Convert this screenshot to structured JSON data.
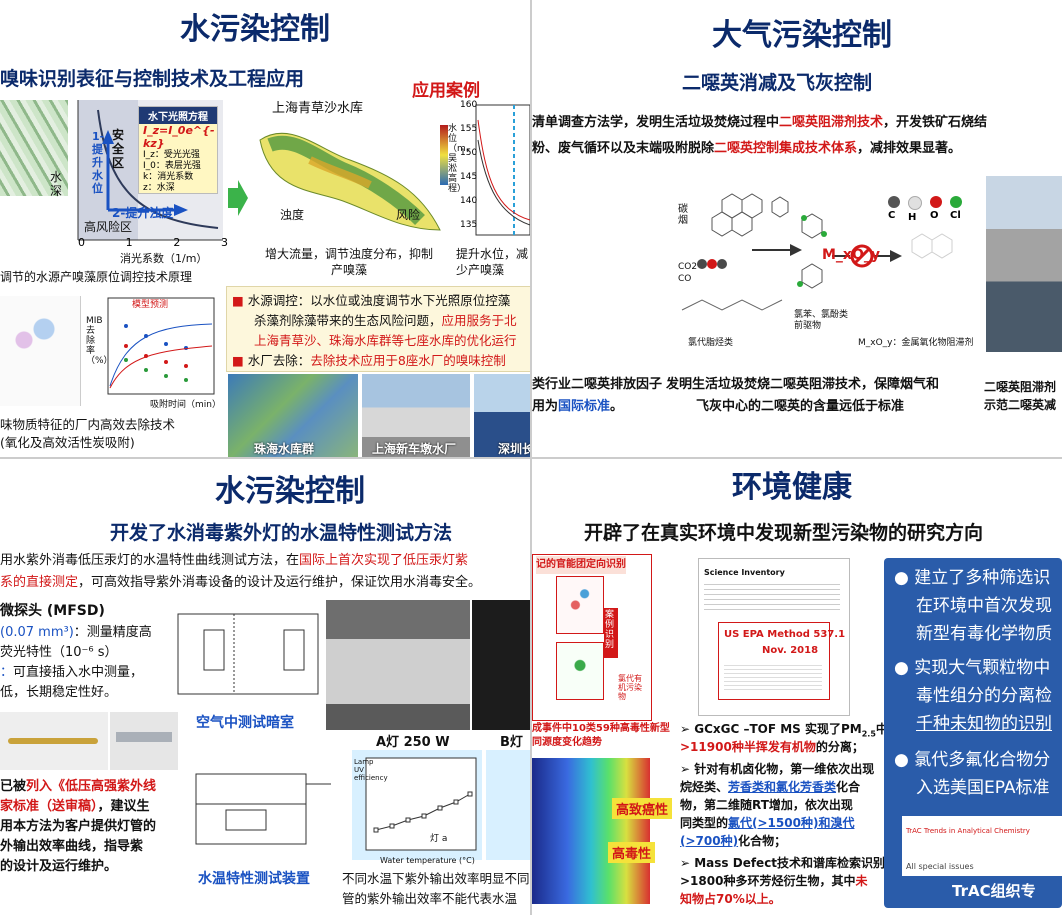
{
  "q1": {
    "title": "水污染控制",
    "subtitle": "嗅味识别表征与控制技术及工程应用",
    "case_label": "应用案例",
    "eq_box": {
      "title": "水下光照方程",
      "formula": "I_z=I_0e^{-kz}",
      "l1": "I_z：受光光强",
      "l2": "I_0：表层光强",
      "l3": "k：消光系数",
      "l4": "z：水深"
    },
    "graph": {
      "safe": "安全区",
      "step1": "1-提升水位",
      "step2": "2-提升浊度",
      "risk": "高风险区",
      "depth": "水深",
      "xlabel": "消光系数（1/m）",
      "ticks": [
        "0",
        "1",
        "2",
        "3"
      ]
    },
    "map_title": "上海青草沙水库",
    "map_l1": "浊度",
    "map_l2": "风险",
    "map_cap": "增大流量，调节浊度分布，抑制产嗅藻",
    "level_ylabel": "水位（m，吴淞高程）",
    "level_ticks": [
      "160",
      "155",
      "150",
      "145",
      "140",
      "135"
    ],
    "level_cap": "提升水位，减少产嗅藻",
    "left_cap": "调节的水源产嗅藻原位调控技术原理",
    "bullet1_a": "水源调控：以水位或浊度调节水下光照原位控藻",
    "bullet1_b": "杀藻剂除藻带来的生态风险问题，",
    "bullet1_c": "应用服务于北",
    "bullet1_d": "上海青草沙、珠海水库群等七座水库的优化运行",
    "bullet2_a": "水厂去除：",
    "bullet2_b": "去除技术应用于8座水厂的嗅味控制",
    "chart2_label": "模型预测",
    "chart2_ylabel": "MIB去除率（%）",
    "chart2_xlabel": "吸附时间（min）",
    "bottom_l1": "味物质特征的厂内高效去除技术",
    "bottom_l2": "(氧化及高效活性炭吸附)",
    "photo1": "珠海水库群",
    "photo2": "上海新车墩水厂",
    "photo3": "深圳长"
  },
  "q2": {
    "title": "大气污染控制",
    "subtitle": "二噁英消减及飞灰控制",
    "para1_a": "清单调查方法学，发明生活垃圾焚烧过程中",
    "para1_b": "二噁英阻滞剂技术",
    "para1_c": "，开发铁矿石烧结",
    "para2_a": "粉、废气循环以及末端吸附脱除",
    "para2_b": "二噁英控制集成技术体系",
    "para2_c": "，减排效果显著。",
    "atoms": [
      "C",
      "H",
      "O",
      "Cl"
    ],
    "mol_label": "M_xO_y",
    "lbl_co2": "CO2",
    "lbl_co": "CO",
    "lbl_soot": "碳烟",
    "lbl_chloro": "氯代脂烃类",
    "lbl_precursor": "氯苯、氯酚类前驱物",
    "lbl_metal": "M_xO_y：金属氧化物阻滞剂",
    "cap1_a": "类行业二噁英排放因子",
    "cap1_b": "用为",
    "cap1_c": "国际标准",
    "cap1_d": "。",
    "cap2_a": "发明生活垃圾焚烧二噁英阻滞技术，保障烟气和",
    "cap2_b": "飞灰中心的二噁英的含量远低于标准",
    "cap3_a": "二噁英阻滞剂",
    "cap3_b": "示范二噁英减"
  },
  "q3": {
    "title": "水污染控制",
    "subtitle": "开发了水消毒紫外灯的水温特性测试方法",
    "para1_a": "用水紫外消毒低压汞灯的水温特性曲线测试方法，在",
    "para1_b": "国际上首次实现了低压汞灯紫",
    "para2_a": "系的直接测定",
    "para2_b": "，可高效指导紫外消毒设备的设计及运行维护，保证饮用水消毒安全。",
    "probe_title": "微探头 (MFSD)",
    "probe_l1_a": "(0.07 mm³)",
    "probe_l1_b": "：测量精度高",
    "probe_l2": "荧光特性（10⁻⁶ s）",
    "probe_l3_a": "：",
    "probe_l3_b": "可直接插入水中测量，",
    "probe_l4": "低，长期稳定性好。",
    "room_label": "空气中测试暗室",
    "lamp_a": "A灯 250 W",
    "lamp_b": "B灯",
    "device_label": "水温特性测试装置",
    "std_l1_a": "已被",
    "std_l1_b": "列入《低压高强紫外线",
    "std_l2_a": "家标准（送审稿）",
    "std_l2_b": "，建议生",
    "std_l3": "用本方法为客户提供灯管的",
    "std_l4": "外输出效率曲线，指导紫",
    "std_l5": "的设计及运行维护。",
    "chart_note": "不同水温下紫外输出效率明显不同",
    "chart_note2": "管的紫外输出效率不能代表水温",
    "chart_legend": "灯 a",
    "chart_xlabel": "Water temperature (°C)",
    "chart_ylabel": "Lamp UV efficiency"
  },
  "q4": {
    "title": "环境健康",
    "subtitle": "开辟了在真实环境中发现新型污染物的研究方向",
    "banner": "记的官能团定向识别",
    "side_label": "案例识别",
    "side_label2": "氯代有机污染物",
    "event_note": "成事件中10类59种高毒性新型",
    "event_note2": "同源度变化趋势",
    "tag1": "高致癌性",
    "tag2": "高毒性",
    "epa_header": "Science Inventory",
    "epa_title": "US EPA Method 537.1",
    "epa_date": "Nov. 2018",
    "b1_a": "GCxGC –TOF MS 实现了PM",
    "b1_sub": "2.5",
    "b1_b": "中",
    "b1_c": ">11900",
    "b1_d": "种半挥发有机物",
    "b1_e": "的分离；",
    "b2_a": "针对有机卤化物，第一维依次出现",
    "b2_b": "烷烃类、",
    "b2_c": "芳香类和氯化芳香类",
    "b2_d": "化合",
    "b2_e": "物，第二维随RT增加，依次出现",
    "b2_f": "同类型的",
    "b2_g": "氯代(>1500种)和溴代",
    "b2_h": "(>700种)",
    "b2_i": "化合物；",
    "b3_a": "Mass Defect技术和谱库检索识别",
    "b3_b": ">1800种多环芳烃衍生物，其中",
    "b3_c": "未",
    "b3_d": "知物占70%以上。",
    "r1_a": "建立了多种筛选识",
    "r1_b": "在环境中首次发现",
    "r1_c": "新型有毒化学物质",
    "r2_a": "实现大气颗粒物中",
    "r2_b": "毒性组分的分离检",
    "r2_c": "千种未知物的识别",
    "r3_a": "氯代多氟化合物分",
    "r3_b": "入选美国EPA标准",
    "trac_a": "TrAC Trends in Analytical Chemistry",
    "trac_b": "All special issues",
    "trac_c": "TrAC组织专"
  },
  "colors": {
    "navy": "#0b2a6b",
    "red": "#d21818",
    "blue": "#1a52c2",
    "cream": "#fdf7dc",
    "rightbox": "#2a5caa"
  }
}
